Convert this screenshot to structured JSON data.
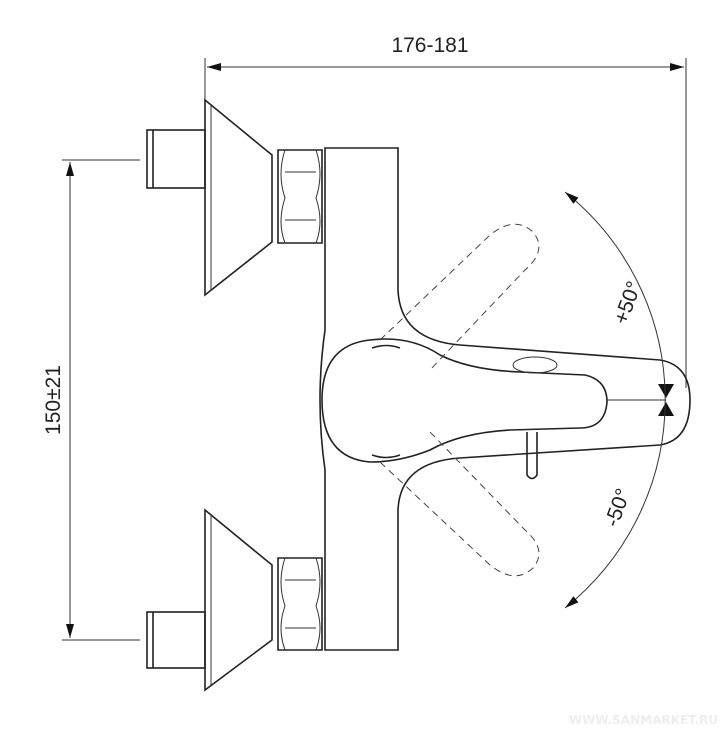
{
  "dimensions": {
    "width": "176-181",
    "height": "150±21",
    "angle_plus": "+50°",
    "angle_minus": "-50°"
  },
  "watermark": "WWW.SANMARKET.RU"
}
